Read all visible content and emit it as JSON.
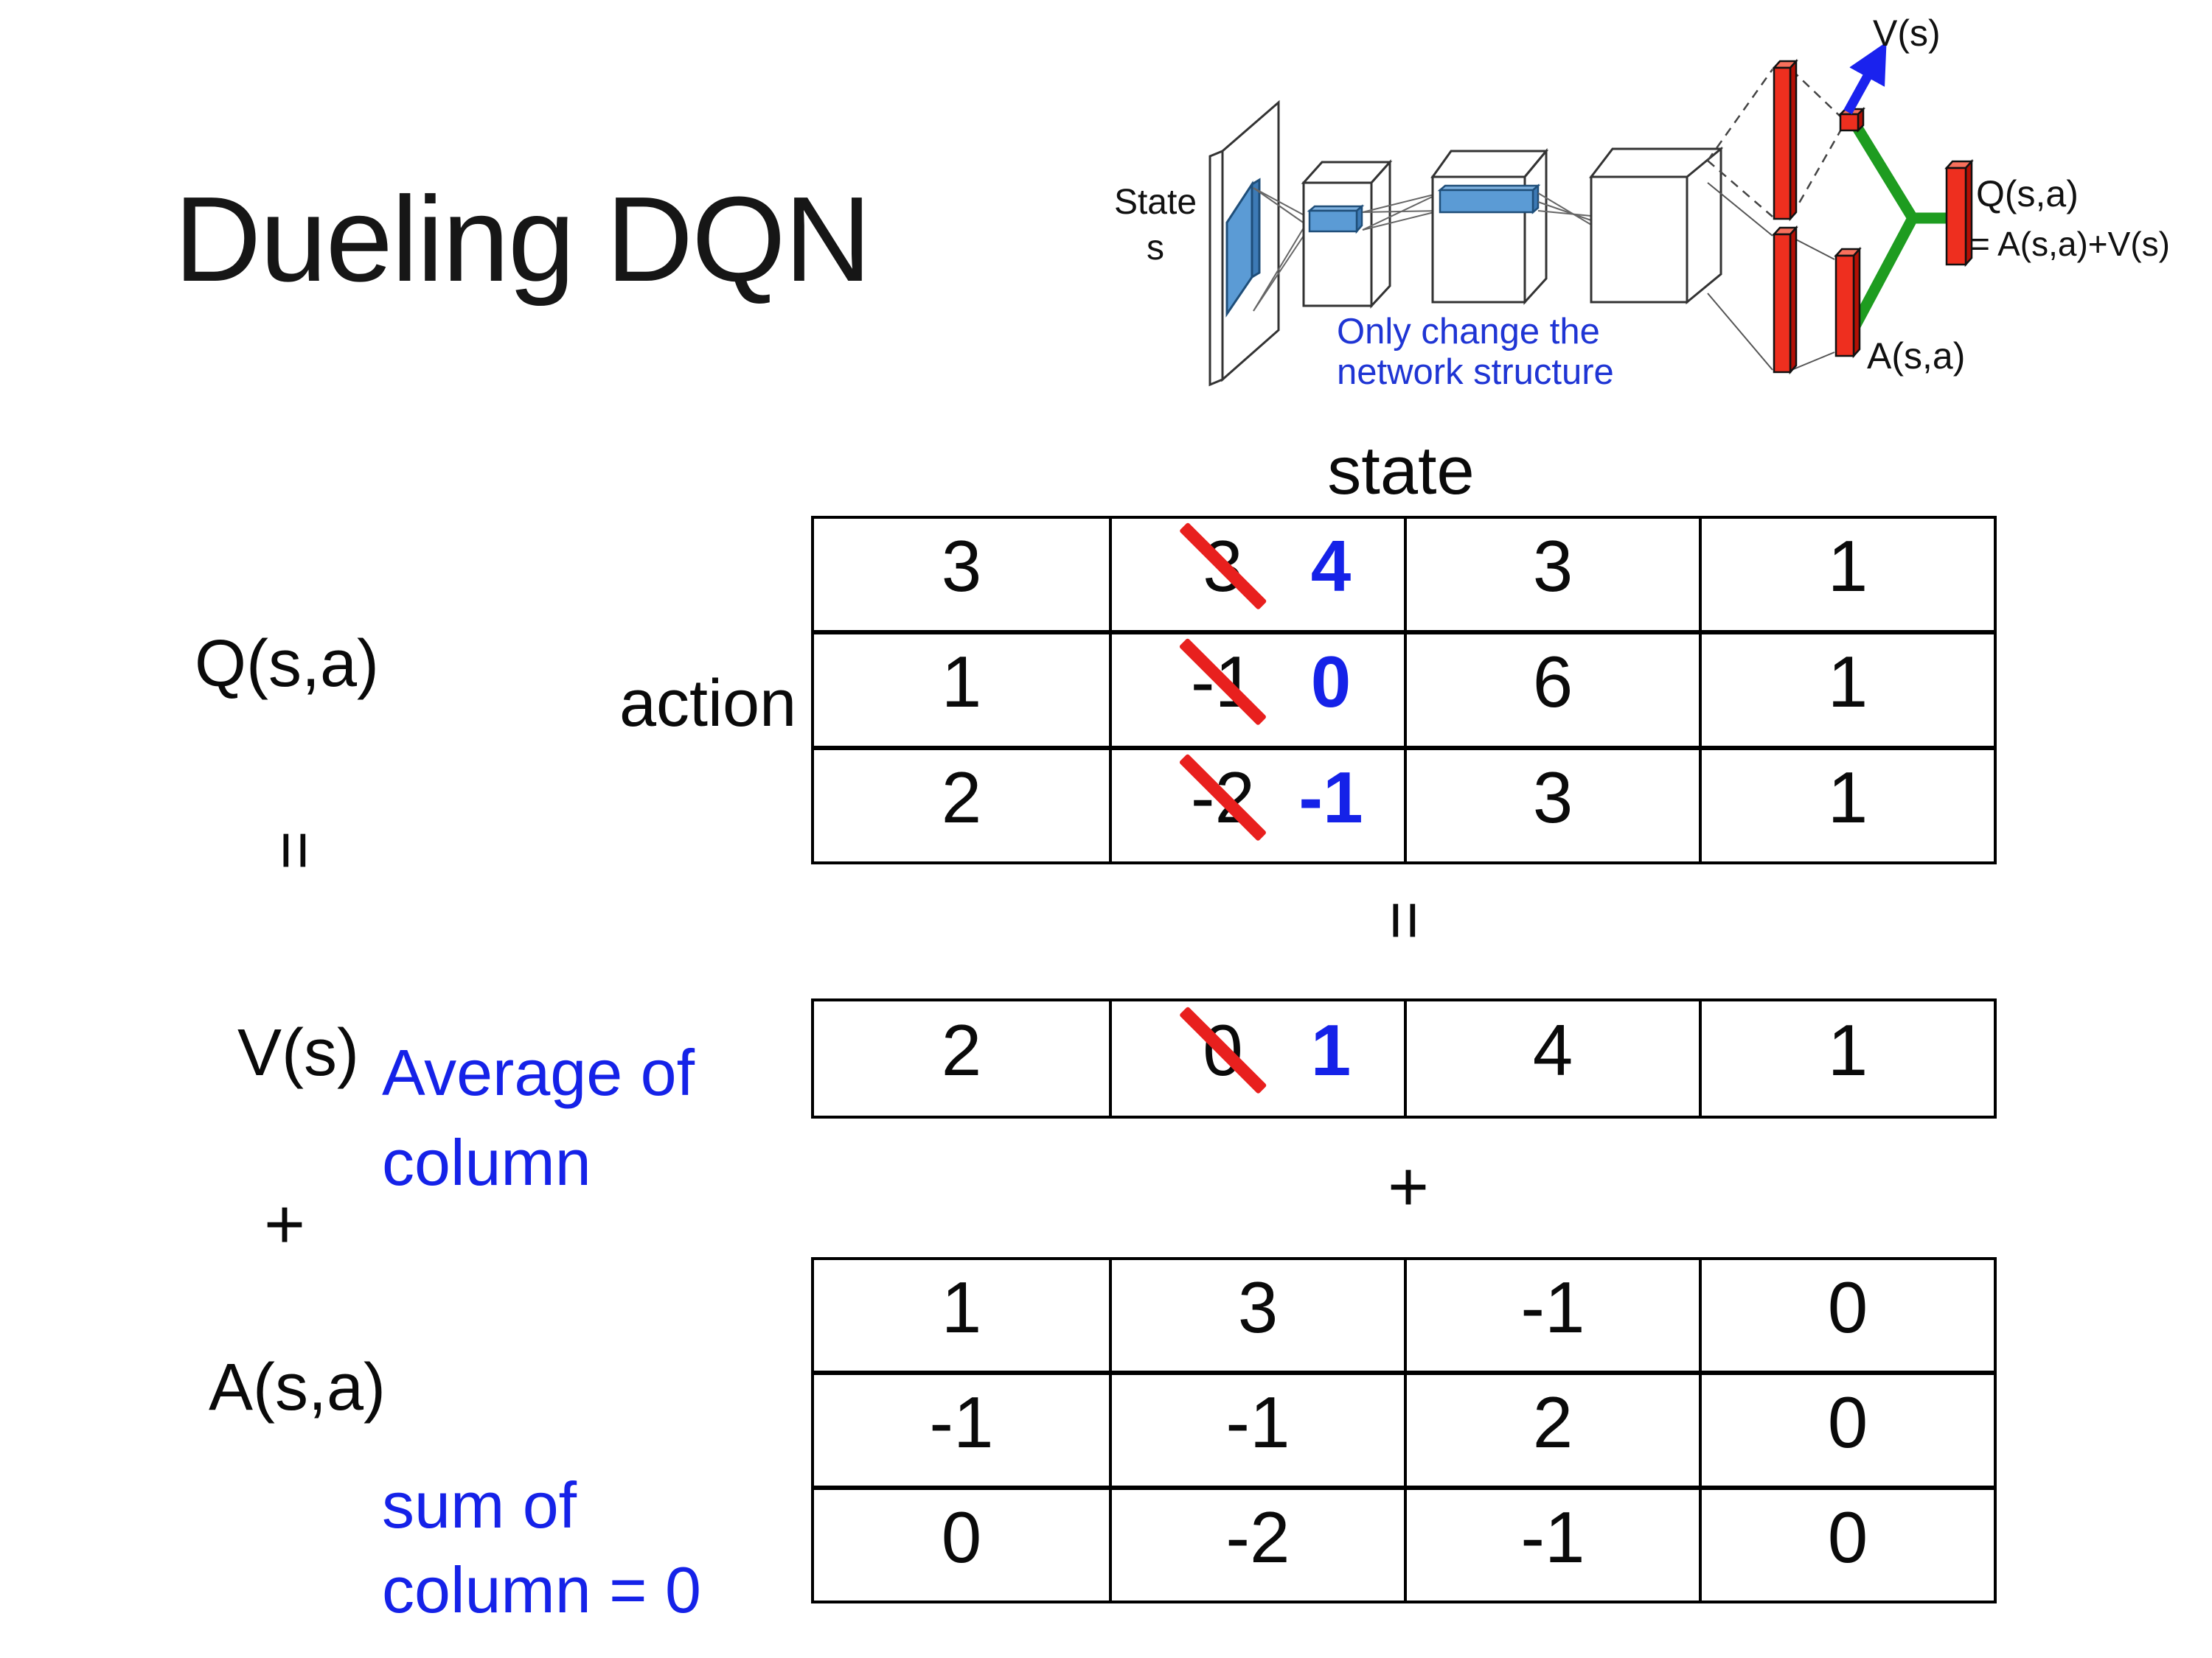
{
  "slide": {
    "title": "Dueling DQN"
  },
  "diagram": {
    "input_label_line1": "State",
    "input_label_line2": "s",
    "note_line1": "Only change the",
    "note_line2": "network structure",
    "v_output_label": "V(s)",
    "a_output_label": "A(s,a)",
    "q_output_label_line1": "Q(s,a)",
    "q_output_label_line2": "= A(s,a)+V(s)"
  },
  "q_block": {
    "label": "Q(s,a)",
    "col_header": "state",
    "row_header": "action",
    "rows": [
      {
        "c0": "3",
        "old": "3",
        "new": "4",
        "c2": "3",
        "c3": "1"
      },
      {
        "c0": "1",
        "old": "-1",
        "new": "0",
        "c2": "6",
        "c3": "1"
      },
      {
        "c0": "2",
        "old": "-2",
        "new": "-1",
        "c2": "3",
        "c3": "1"
      }
    ]
  },
  "v_block": {
    "label": "V(s)",
    "note_line1": "Average of",
    "note_line2": "column",
    "row": {
      "c0": "2",
      "old": "0",
      "new": "1",
      "c2": "4",
      "c3": "1"
    }
  },
  "a_block": {
    "label": "A(s,a)",
    "note_line1": "sum of",
    "note_line2": "column = 0",
    "rows": [
      [
        "1",
        "3",
        "-1",
        "0"
      ],
      [
        "-1",
        "-1",
        "2",
        "0"
      ],
      [
        "0",
        "-2",
        "-1",
        "0"
      ]
    ]
  },
  "operators": {
    "equals_left": "=",
    "equals_center": "=",
    "plus_left": "+",
    "plus_center": "+"
  },
  "colors": {
    "accent_blue": "#1522e8",
    "diagram_note_blue": "#1f35d4",
    "strike_red": "#e8201e",
    "bar_red": "#ee2f1f",
    "link_green": "#1e9c20",
    "conv_blue": "#5b9bd5"
  }
}
